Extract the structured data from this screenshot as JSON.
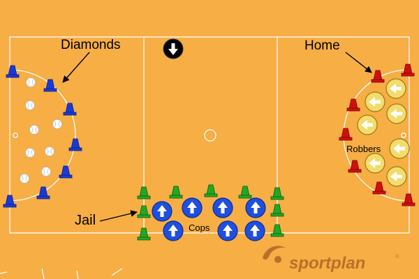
{
  "labels": {
    "diamonds": "Diamonds",
    "home": "Home",
    "robbers": "Robbers",
    "jail": "Jail",
    "cops": "Cops"
  },
  "branding": {
    "logo_text": "sportplan",
    "logo_mark": "®"
  },
  "colors": {
    "court": "#f6ae45",
    "lines": "#ffffff",
    "blue_cone": "#1a3ad8",
    "red_cone": "#d01010",
    "green_cone": "#22a824",
    "cop_player": "#1f4fe0",
    "robber_player": "#f3dc6c",
    "ball": "#ffffff",
    "logo": "#b8702a"
  },
  "icons": {
    "ball": "netball-icon",
    "cone": "cone-icon",
    "player": "player-token-icon",
    "arrow": "direction-arrow-icon"
  }
}
